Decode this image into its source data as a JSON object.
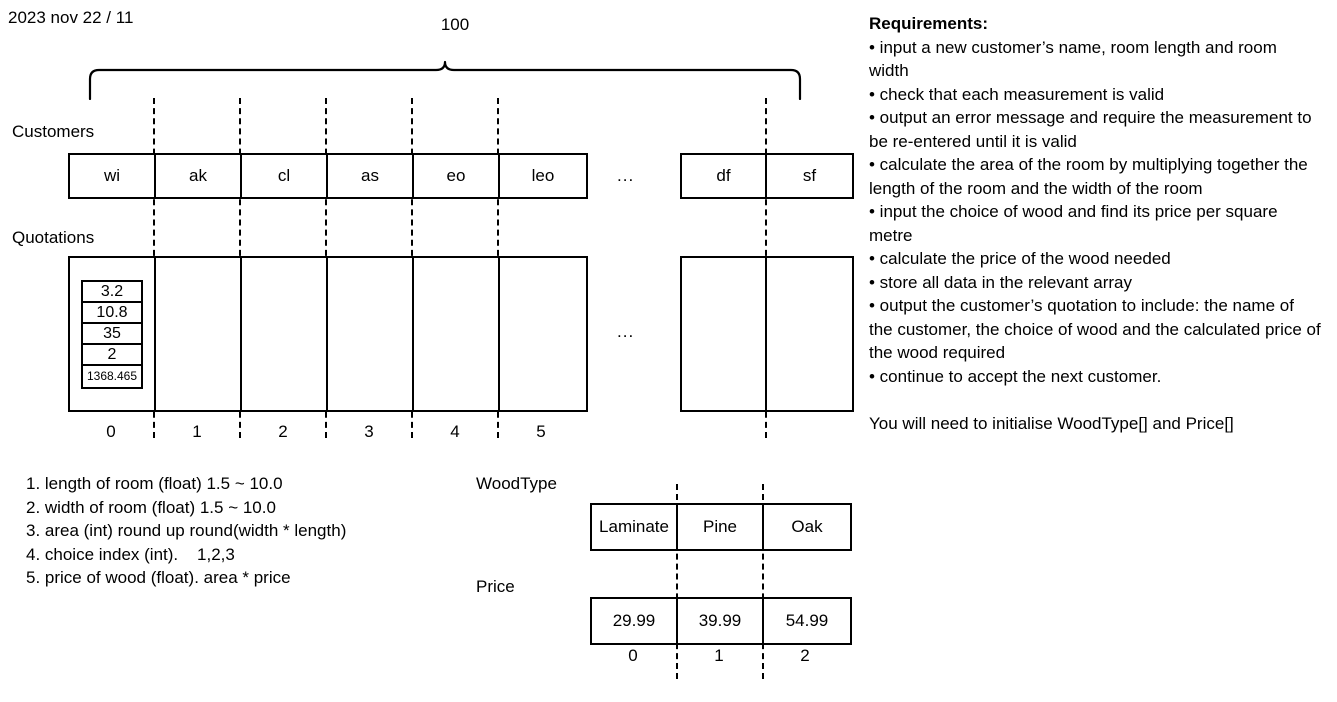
{
  "meta": {
    "date_stamp": "2023 nov 22 / 11"
  },
  "array_diagram": {
    "capacity_label": "100",
    "customers_label": "Customers",
    "quotations_label": "Quotations",
    "customers": [
      "wi",
      "ak",
      "cl",
      "as",
      "eo",
      "leo"
    ],
    "customers_tail": [
      "df",
      "sf"
    ],
    "ellipsis": "...",
    "indices": [
      "0",
      "1",
      "2",
      "3",
      "4",
      "5"
    ],
    "record_stack": [
      "3.2",
      "10.8",
      "35",
      "2",
      "1368.465"
    ]
  },
  "spec_list": {
    "items": [
      "1. length of room (float) 1.5 ~ 10.0",
      "2. width of room (float) 1.5 ~ 10.0",
      "3. area (int) round up round(width * length)",
      "4. choice index (int).    1,2,3",
      "5. price of wood (float). area * price"
    ]
  },
  "wood_tables": {
    "woodtype_label": "WoodType",
    "price_label": "Price",
    "wood_types": [
      "Laminate",
      "Pine",
      "Oak"
    ],
    "prices": [
      "29.99",
      "39.99",
      "54.99"
    ],
    "indices": [
      "0",
      "1",
      "2"
    ]
  },
  "requirements": {
    "heading": "Requirements:",
    "items": [
      "• input a new customer’s name, room length and room width",
      "• check that each measurement is valid",
      "• output an error message and require the measurement to be re-entered until it is valid",
      "• calculate the area of the room by multiplying together the length of the room and the width of the room",
      "• input the choice of wood and find its price per square metre",
      "• calculate the price of the wood needed",
      "• store all data in the relevant array",
      "• output the customer’s quotation to include: the name of the customer, the choice of wood and the calculated price of the wood required",
      "• continue to accept the next customer."
    ],
    "footer": "You will need to initialise WoodType[] and Price[]"
  },
  "colors": {
    "ink": "#000000",
    "paper": "#ffffff"
  }
}
